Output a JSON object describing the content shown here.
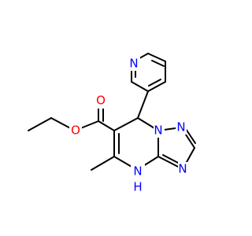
{
  "molecule": {
    "colors": {
      "carbon_bond": "#000000",
      "nitrogen": "#0000ff",
      "oxygen": "#ff0000",
      "background": "#ffffff"
    },
    "atoms": {
      "pyridine_n": "N",
      "triazole_n1": "N",
      "triazole_n2": "N",
      "triazole_n3": "N",
      "amine_nh": "N",
      "amine_h": "H",
      "ester_o_double": "O",
      "ester_o_single": "O"
    }
  }
}
